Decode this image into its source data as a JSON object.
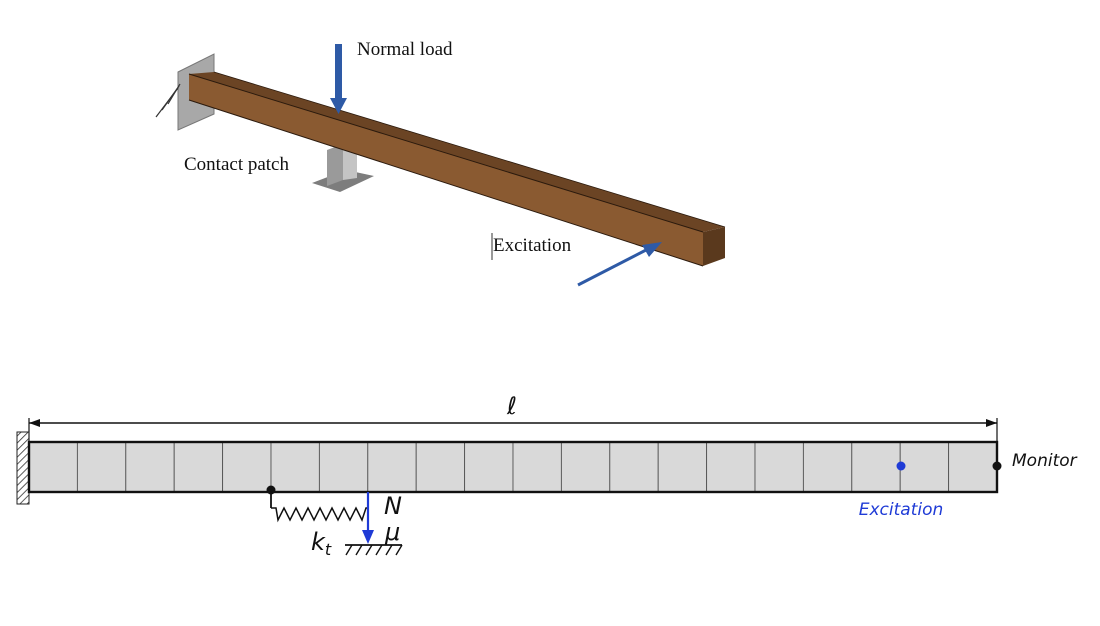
{
  "beam_3d": {
    "labels": {
      "normal_load": "Normal load",
      "contact_patch": "Contact patch",
      "excitation": "Excitation"
    },
    "colors": {
      "beam_top": "#6b4424",
      "beam_front": "#8a5a31",
      "beam_end": "#5a391d",
      "arrow": "#2e5aa6",
      "support": "#a9a9a9"
    }
  },
  "beam_2d": {
    "length_label": "ℓ",
    "monitor_label": "Monitor",
    "excitation_label": "Excitation",
    "normal_force_label": "N",
    "friction_label": "μ",
    "stiffness_label": "k",
    "stiffness_subscript": "t",
    "element_count": 20,
    "colors": {
      "element_fill": "#d9d9d9",
      "excitation": "#1f3bd6",
      "outline": "#111111"
    }
  }
}
